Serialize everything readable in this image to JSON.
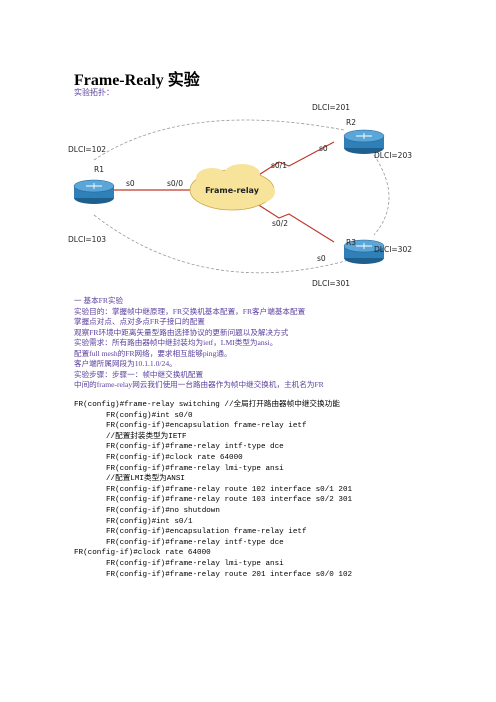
{
  "doc": {
    "title": "Frame-Realy 实验",
    "subtitle": "实验拓扑："
  },
  "diagram": {
    "routers": {
      "r1": "R1",
      "r2": "R2",
      "r3": "R3"
    },
    "dlci": {
      "r1_top": "DLCI=102",
      "r1_bottom": "DLCI=103",
      "r2_top": "DLCI=201",
      "r2_right": "DLCI=203",
      "r3_right": "DLCI=302",
      "r3_bottom": "DLCI=301"
    },
    "ports": {
      "r1_s0": "s0",
      "sw_s00": "s0/0",
      "sw_s01": "s0/1",
      "sw_s02": "s0/2",
      "r2_s0": "s0",
      "r3_s0": "s0"
    },
    "cloud_label": "Frame-relay",
    "colors": {
      "router": "#2f7fb8",
      "cloud": "#f7e39a",
      "link": "#c0392b"
    }
  },
  "body": {
    "lines": [
      "一  基本FR实验",
      "实验目的：掌握帧中继原理，FR交换机基本配置，FR客户端基本配置",
      "掌握点对点、点对多点FR子接口的配置",
      "观察FR环境中距离矢量型路由选择协议的更新问题以及解决方式",
      "实验需求：所有路由器帧中继封装均为ietf，LMI类型为ansi。",
      "配置full mesh的FR网络，要求相互能够ping通。",
      "客户端所属网段为10.1.1.0/24。",
      "实验步骤：步骤一：帧中继交换机配置",
      "中间的frame-relay网云我们使用一台路由器作为帧中继交换机，主机名为FR"
    ]
  },
  "code": {
    "lines": [
      "FR(config)#frame-relay switching //全局打开路由器帧中继交换功能",
      "FR(config)#int s0/0",
      "FR(config-if)#encapsulation frame-relay ietf",
      "//配置封装类型为IETF",
      "FR(config-if)#frame-relay intf-type dce",
      "FR(config-if)#clock rate 64000",
      "FR(config-if)#frame-relay lmi-type ansi",
      "//配置LMI类型为ANSI",
      "FR(config-if)#frame-relay route 102 interface s0/1 201",
      "FR(config-if)#frame-relay route 103 interface s0/2 301",
      "FR(config-if)#no shutdown",
      "FR(config)#int s0/1",
      "FR(config-if)#encapsulation frame-relay ietf",
      "FR(config-if)#frame-relay intf-type dce",
      "FR(config-if)#clock rate 64000",
      "FR(config-if)#frame-relay lmi-type ansi",
      "FR(config-if)#frame-relay route 201 interface s0/0 102"
    ]
  }
}
